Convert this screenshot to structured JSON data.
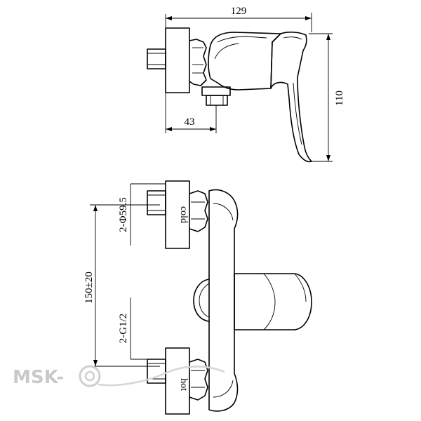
{
  "top_view": {
    "dim_overall_width": "129",
    "dim_height": "110",
    "dim_inlet_offset": "43"
  },
  "front_view": {
    "dim_eccentric_diameter": "2-Φ59.5",
    "dim_center_distance": "150±20",
    "dim_thread": "2-G1/2",
    "label_cold": "cold",
    "label_hot": "hot"
  },
  "watermark": {
    "text": "MSK-",
    "logo_name": "msk-at-logo"
  }
}
